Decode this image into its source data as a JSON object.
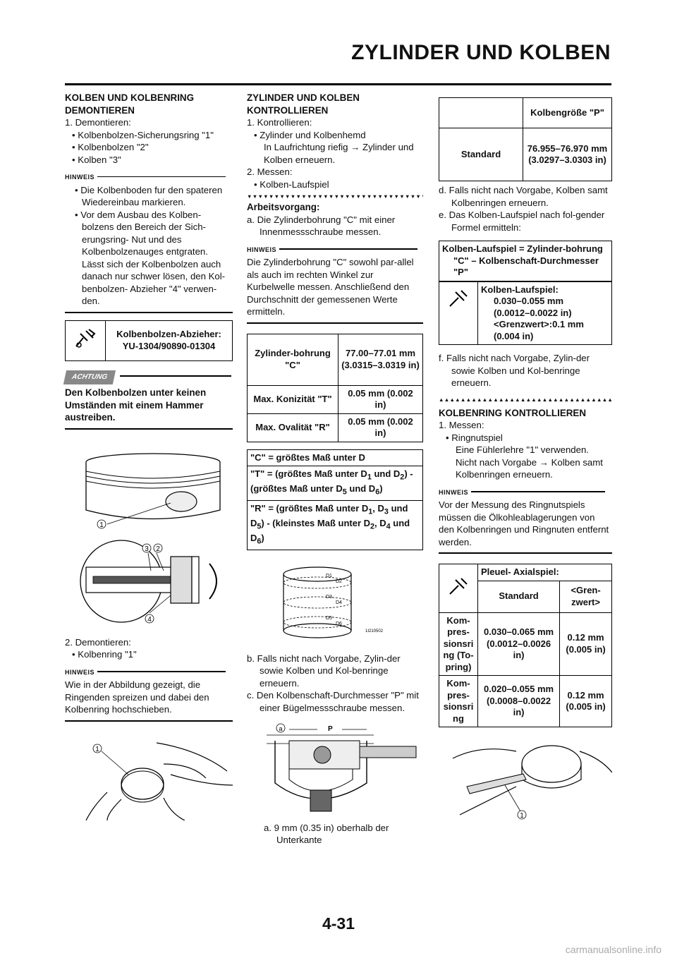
{
  "header": {
    "title": "ZYLINDER UND KOLBEN"
  },
  "col1": {
    "heading": "KOLBEN UND KOLBENRING DEMONTIEREN",
    "step1": "1.  Demontieren:",
    "step1_items": [
      "• Kolbenbolzen-Sicherungsring \"1\"",
      "• Kolbenbolzen \"2\"",
      "• Kolben \"3\""
    ],
    "note_label": "HINWEIS",
    "note_items": [
      "• Die Kolbenboden fur den spateren Wiedereinbau markieren.",
      "• Vor dem Ausbau des Kolben-bolzens den Bereich der Sich-erungsring- Nut und des Kolbenbolzenauges entgraten. Lässt sich der Kolbenbolzen auch danach nur schwer lösen, den Kol-benbolzen- Abzieher \"4\" verwen-den."
    ],
    "tool_name": "Kolbenbolzen-Abzieher:",
    "tool_number": "YU-1304/90890-01304",
    "achtung_label": "ACHTUNG",
    "achtung_text": "Den Kolbenbolzen unter keinen Umständen mit einem Hammer austreiben.",
    "fig1_callout": "1",
    "fig2_callouts": [
      "3",
      "2",
      "4"
    ],
    "step2": "2.  Demontieren:",
    "step2_item": "• Kolbenring \"1\"",
    "note2_label": "HINWEIS",
    "note2_text": "Wie in der Abbildung gezeigt, die Ringenden spreizen und dabei den Kolbenring hochschieben.",
    "fig3_callout": "1"
  },
  "col2": {
    "heading": "ZYLINDER UND KOLBEN KONTROLLIEREN",
    "step1": "1.  Kontrollieren:",
    "step1_item": "• Zylinder und Kolbenhemd",
    "step1_sub": "In Laufrichtung riefig → Zylinder und Kolben erneuern.",
    "step2": "2.  Messen:",
    "step2_item": "• Kolben-Laufspiel",
    "triangles": "▼▼▼▼▼▼▼▼▼▼▼▼▼▼▼▼▼▼▼▼▼▼▼▼▼▼▼▼▼▼▼▼▼▼▼▼▼▼▼▼▼▼",
    "arbeits": "Arbeitsvorgang:",
    "step_a": "a.  Die Zylinderbohrung \"C\" mit einer Innenmessschraube messen.",
    "note_label": "HINWEIS",
    "note_text": "Die Zylinderbohrung \"C\" sowohl par-allel als auch im rechten Winkel zur Kurbelwelle messen. Anschließend den Durchschnitt der gemessenen Werte ermitteln.",
    "table1": [
      [
        "Zylinder-bohrung \"C\"",
        "77.00–77.01 mm (3.0315–3.0319 in)"
      ],
      [
        "Max. Konizität \"T\"",
        "0.05 mm (0.002 in)"
      ],
      [
        "Max. Ovalität \"R\"",
        "0.05 mm (0.002 in)"
      ]
    ],
    "formula1": "\"C\" = größtes Maß unter D",
    "formula2_a": "\"T\" = (größtes Maß unter D",
    "formula2_b": "1",
    "formula2_c": " und D",
    "formula2_d": "2",
    "formula2_e": ") - (größtes Maß unter D",
    "formula2_f": "5",
    "formula2_g": " und D",
    "formula2_h": "6",
    "formula2_i": ")",
    "formula3_a": "\"R\" = (größtes Maß unter D",
    "formula3_b": "1",
    "formula3_c": ", D",
    "formula3_d": "3",
    "formula3_e": " und D",
    "formula3_f": "5",
    "formula3_g": ") - (kleinstes Maß unter D",
    "formula3_h": "2",
    "formula3_i": ", D",
    "formula3_j": "4",
    "formula3_k": " und D",
    "formula3_l": "6",
    "formula3_m": ")",
    "fig_labels": [
      "D1",
      "D2",
      "D3",
      "D4",
      "D5",
      "D6"
    ],
    "fig_code": "1I210502",
    "step_b": "b.  Falls nicht nach Vorgabe, Zylin-der sowie Kolben und Kol-benringe erneuern.",
    "step_c": "c.   Den Kolbenschaft-Durchmesser \"P\" mit einer Bügelmessschraube messen.",
    "fig2_labels": [
      "a",
      "P"
    ],
    "caption": "a.    9 mm (0.35 in) oberhalb der Unterkante"
  },
  "col3": {
    "table2_head": "Kolbengröße \"P\"",
    "table2_label": "Standard",
    "table2_value": "76.955–76.970 mm (3.0297–3.0303 in)",
    "step_d": "d.  Falls nicht nach Vorgabe, Kolben samt Kolbenringen erneuern.",
    "step_e": "e.  Das Kolben-Laufspiel nach fol-gender Formel ermitteln:",
    "formula": "Kolben-Laufspiel = Zylinder-bohrung \"C\" – Kolbenschaft-Durchmesser \"P\"",
    "clearance_title": "Kolben-Laufspiel:",
    "clearance_lines": [
      "0.030–0.055 mm",
      "(0.0012–0.0022 in)",
      "<Grenzwert>:0.1 mm",
      "(0.004 in)"
    ],
    "step_f": "f.   Falls nicht nach Vorgabe, Zylin-der sowie Kolben und Kol-benringe erneuern.",
    "triangles": "▲▲▲▲▲▲▲▲▲▲▲▲▲▲▲▲▲▲▲▲▲▲▲▲▲▲▲▲▲▲▲▲▲▲▲▲▲▲▲▲▲▲",
    "heading2": "KOLBENRING KONTROLLIEREN",
    "step1": "1.  Messen:",
    "step1_item": "• Ringnutspiel",
    "step1_sub": "Eine Fühlerlehre \"1\" verwenden. Nicht nach Vorgabe → Kolben samt Kolbenringen erneuern.",
    "note_label": "HINWEIS",
    "note_text": "Vor der Messung des Ringnutspiels müssen die Ölkohleablagerungen von den Kolbenringen und Ringnuten entfernt werden.",
    "table3_title": "Pleuel- Axialspiel:",
    "table3_h1": "Standard",
    "table3_h2": "<Gren-zwert>",
    "table3_rows": [
      [
        "Kom-pres-sionsri ng (To-pring)",
        "0.030–0.065 mm (0.0012–0.0026 in)",
        "0.12 mm (0.005 in)"
      ],
      [
        "Kom-pres-sionsri ng",
        "0.020–0.055 mm (0.0008–0.0022 in)",
        "0.12 mm (0.005 in)"
      ]
    ],
    "fig_callout": "1"
  },
  "footer": {
    "page": "4-31",
    "watermark": "carmanualsonline.info"
  }
}
